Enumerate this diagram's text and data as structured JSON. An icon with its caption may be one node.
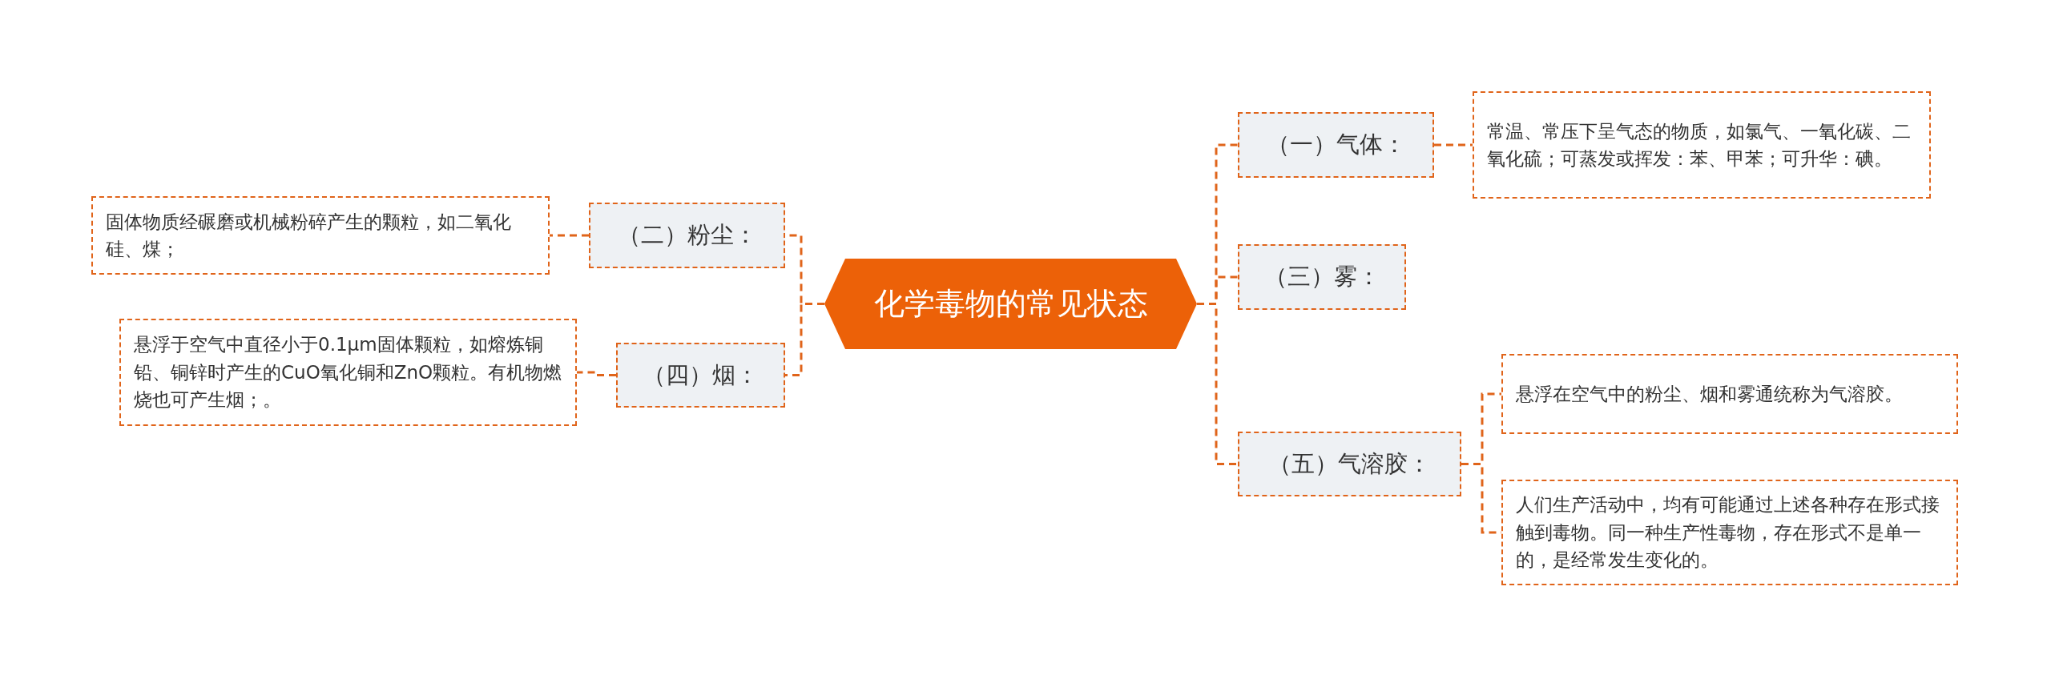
{
  "diagram": {
    "nodes": [
      {
        "text": [
          "化学毒物的常见状态"
        ]
      },
      {
        "text": [
          "（一）气体："
        ]
      },
      {
        "text": [
          "常温、常压下呈气态的物质，如氯气、一氧化碳、二氧化硫；可蒸发或挥发：苯、甲苯；可升华：碘。"
        ]
      },
      {
        "text": [
          "（二）粉尘："
        ]
      },
      {
        "text": [
          "固体物质经碾磨或机械粉碎产生的颗粒，如二氧化硅、煤；"
        ]
      },
      {
        "text": [
          "（三）雾："
        ]
      },
      {
        "text": [
          "（四）烟："
        ]
      },
      {
        "text": [
          "悬浮于空气中直径小于0.1μm固体颗粒，如熔炼铜铅、铜锌时产生的CuO氧化铜和ZnO颗粒。有机物燃烧也可产生烟；。"
        ]
      },
      {
        "text": [
          "（五）气溶胶："
        ]
      },
      {
        "text": [
          "悬浮在空气中的粉尘、烟和雾通统称为气溶胶。"
        ]
      },
      {
        "text": [
          "人们生产活动中，均有可能通过上述各种存在形式接触到毒物。同一种生产性毒物，存在形式不是单一的，是经常发生变化的。"
        ]
      }
    ],
    "edges": [
      {
        "from": 0,
        "to": 1,
        "arrow": "none",
        "style": "dashed"
      },
      {
        "from": 1,
        "to": 2,
        "arrow": "none",
        "style": "dashed"
      },
      {
        "from": 0,
        "to": 3,
        "arrow": "none",
        "style": "dashed"
      },
      {
        "from": 3,
        "to": 4,
        "arrow": "none",
        "style": "dashed"
      },
      {
        "from": 0,
        "to": 5,
        "arrow": "none",
        "style": "dashed"
      },
      {
        "from": 0,
        "to": 6,
        "arrow": "none",
        "style": "dashed"
      },
      {
        "from": 6,
        "to": 7,
        "arrow": "none",
        "style": "dashed"
      },
      {
        "from": 0,
        "to": 8,
        "arrow": "none",
        "style": "dashed"
      },
      {
        "from": 8,
        "to": 9,
        "arrow": "none",
        "style": "dashed"
      },
      {
        "from": 8,
        "to": 10,
        "arrow": "none",
        "style": "dashed"
      }
    ]
  }
}
